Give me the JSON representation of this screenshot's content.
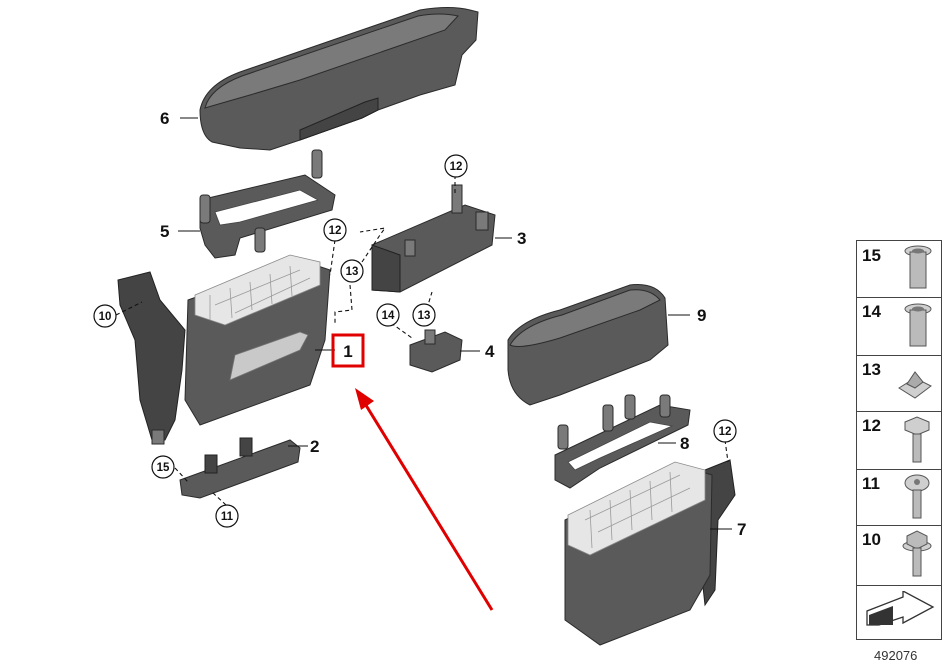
{
  "diagram": {
    "id": "492076",
    "part_labels": [
      "1",
      "2",
      "3",
      "4",
      "5",
      "6",
      "7",
      "8",
      "9"
    ],
    "circle_labels": {
      "c12a": "12",
      "c12b": "12",
      "c12c": "12",
      "c13a": "13",
      "c13b": "13",
      "c14": "14",
      "c10": "10",
      "c15": "15",
      "c11": "11"
    },
    "highlight_color": "#e00000",
    "arrow_color": "#e00000"
  },
  "sidebar": {
    "items": [
      {
        "number": "15",
        "icon": "rivet-nut-icon"
      },
      {
        "number": "14",
        "icon": "rivet-nut-icon"
      },
      {
        "number": "13",
        "icon": "clip-nut-icon"
      },
      {
        "number": "12",
        "icon": "hex-bolt-icon"
      },
      {
        "number": "11",
        "icon": "torx-screw-icon"
      },
      {
        "number": "10",
        "icon": "hex-bolt-icon"
      }
    ],
    "footer_icon": "arrow-symbol-icon"
  }
}
